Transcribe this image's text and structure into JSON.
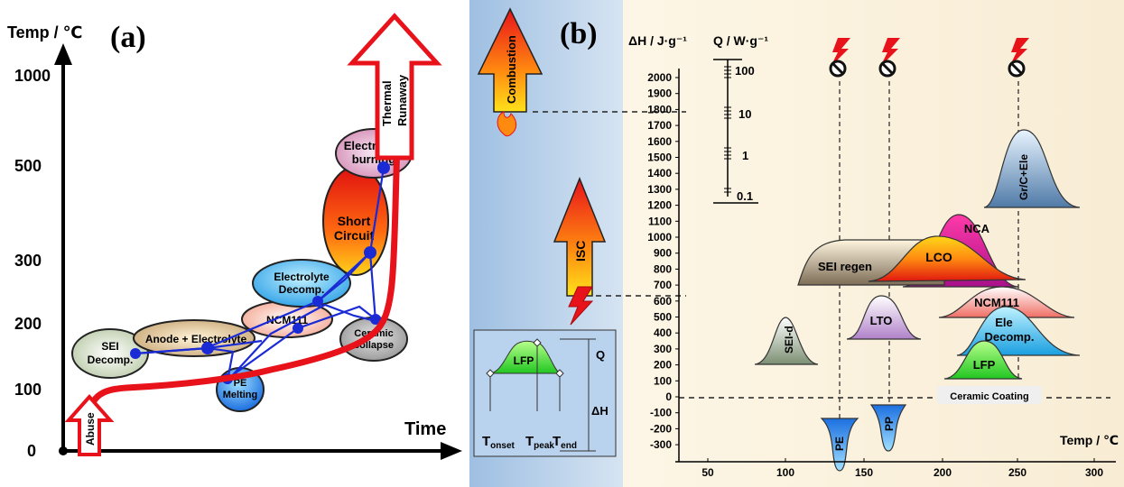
{
  "panel_a": {
    "label": "(a)",
    "y_axis_title": "Temp / ℃",
    "x_axis_title": "Time",
    "y_ticks": [
      "1000",
      "500",
      "300",
      "200",
      "100",
      "0"
    ],
    "stages": {
      "sei": [
        "SEI",
        "Decomp."
      ],
      "anode": "Anode + Electrolyte",
      "pe": [
        "PE",
        "Melting"
      ],
      "ncm": "NCM111",
      "ceramic": [
        "Ceramic",
        "collapse"
      ],
      "ele_decomp": [
        "Electrolyte",
        "Decomp."
      ],
      "short": [
        "Short",
        "Circuit"
      ],
      "burning": [
        "Electrolyte",
        "burning"
      ]
    },
    "abuse": "Abuse",
    "runaway": [
      "Thermal",
      "Runaway"
    ]
  },
  "panel_b": {
    "label": "(b)",
    "dh_title": "ΔH / J·g⁻¹",
    "q_title": "Q / W·g⁻¹",
    "dh_ticks": [
      "2000",
      "1900",
      "1800",
      "1700",
      "1600",
      "1500",
      "1400",
      "1300",
      "1200",
      "1100",
      "1000",
      "900",
      "800",
      "700",
      "600",
      "500",
      "400",
      "300",
      "200",
      "100",
      "0",
      "-100",
      "-200",
      "-300"
    ],
    "q_ticks": [
      "100",
      "10",
      "1",
      "0.1"
    ],
    "x_ticks": [
      "50",
      "100",
      "150",
      "200",
      "250",
      "300"
    ],
    "x_title": "Temp / ℃",
    "combustion": "Combustion",
    "isc": "ISC",
    "peaks": {
      "sei_d": "SEI-d",
      "pe": "PE",
      "pp": "PP",
      "lto": "LTO",
      "sei_regen": "SEI regen",
      "nca": "NCA",
      "lco": "LCO",
      "ncm111": "NCM111",
      "ele_decomp": [
        "Ele",
        "Decomp."
      ],
      "lfp": "LFP",
      "gr": "Gr/C+Ele"
    },
    "ceramic_coating": "Ceramic Coating",
    "inset": {
      "peak": "LFP",
      "q": "Q",
      "dh": "ΔH",
      "onset": "onset",
      "peak_sub": "peak",
      "end": "end",
      "t": "T"
    }
  },
  "colors": {
    "red": "#e8121a",
    "blue": "#1a2bd6",
    "beige_bg": "#fbf0dc",
    "blue_bg": "#b7cfe8"
  }
}
